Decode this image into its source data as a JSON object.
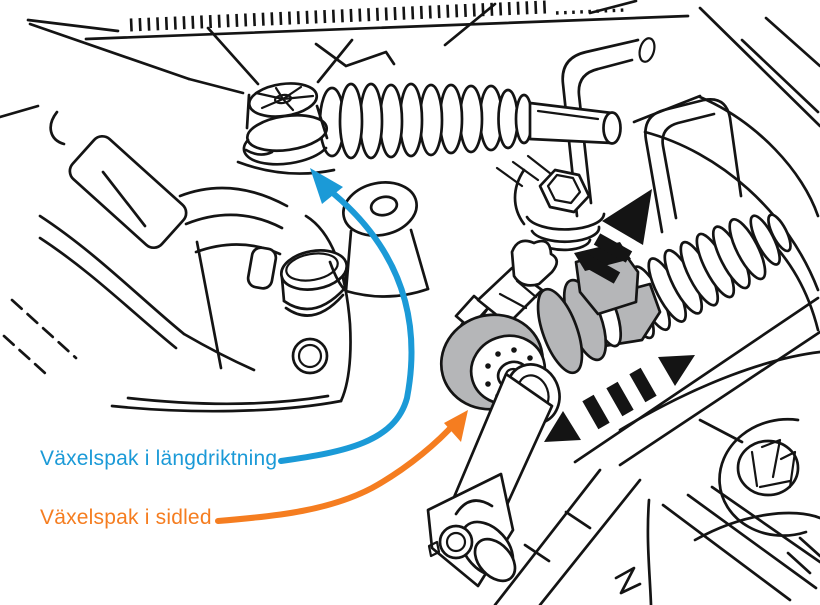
{
  "figure": {
    "kind": "technical-illustration",
    "background": "#ffffff",
    "ink_color": "#141414",
    "shade_color": "#b5b6b8"
  },
  "annotations": {
    "longitudinal": {
      "label": "Växelspak i längdriktning",
      "color": "#1b9ad7"
    },
    "lateral": {
      "label": "Växelspak i sidled",
      "color": "#f57d20"
    }
  },
  "icons": {
    "longitudinal_motion": "dashed-arrow-up-right",
    "lateral_motion": "dashed-double-arrow",
    "longitudinal_pointer": "curved-arrow-blue",
    "lateral_pointer": "curved-arrow-orange"
  }
}
